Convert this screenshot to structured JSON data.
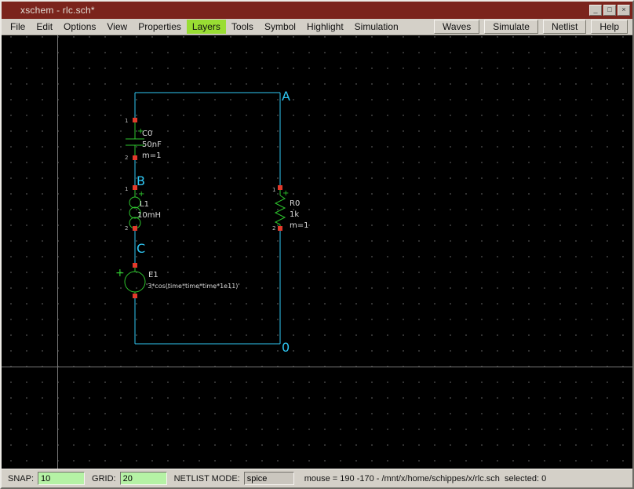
{
  "window": {
    "title": "xschem - rlc.sch*",
    "controls": {
      "minimize": "_",
      "maximize": "□",
      "close": "×"
    }
  },
  "menubar": {
    "items": [
      "File",
      "Edit",
      "Options",
      "View",
      "Properties",
      "Layers",
      "Tools",
      "Symbol",
      "Highlight",
      "Simulation"
    ],
    "buttons": [
      "Waves",
      "Simulate",
      "Netlist",
      "Help"
    ]
  },
  "schematic": {
    "nets": [
      "A",
      "B",
      "C",
      "0"
    ],
    "components": {
      "c0": {
        "ref": "C0",
        "value": "50nF",
        "mult": "m=1",
        "pin1": "1",
        "pin2": "2",
        "plus": "+"
      },
      "l1": {
        "ref": "L1",
        "value": "10mH",
        "pin1": "1",
        "pin2": "2",
        "plus": "+"
      },
      "r0": {
        "ref": "R0",
        "value": "1k",
        "mult": "m=1",
        "pin1": "1",
        "pin2": "2",
        "plus": "+"
      },
      "e1": {
        "ref": "E1",
        "value": "'3*cos(time*time*time*1e11)'",
        "plus": "+"
      }
    }
  },
  "statusbar": {
    "snap_label": "SNAP:",
    "snap_value": "10",
    "grid_label": "GRID:",
    "grid_value": "20",
    "netlist_label": "NETLIST MODE:",
    "netlist_value": "spice",
    "info": "mouse = 190 -170 - /mnt/x/home/schippes/x/rlc.sch  selected: 0"
  },
  "colors": {
    "titlebar": "#7b241c",
    "menu_highlight": "#99dd33",
    "wire": "#2fc8f5",
    "symbol": "#2ec62e",
    "pin_marker": "#e23a2b",
    "net_label": "#2fc8f5",
    "canvas_bg": "#000000"
  }
}
